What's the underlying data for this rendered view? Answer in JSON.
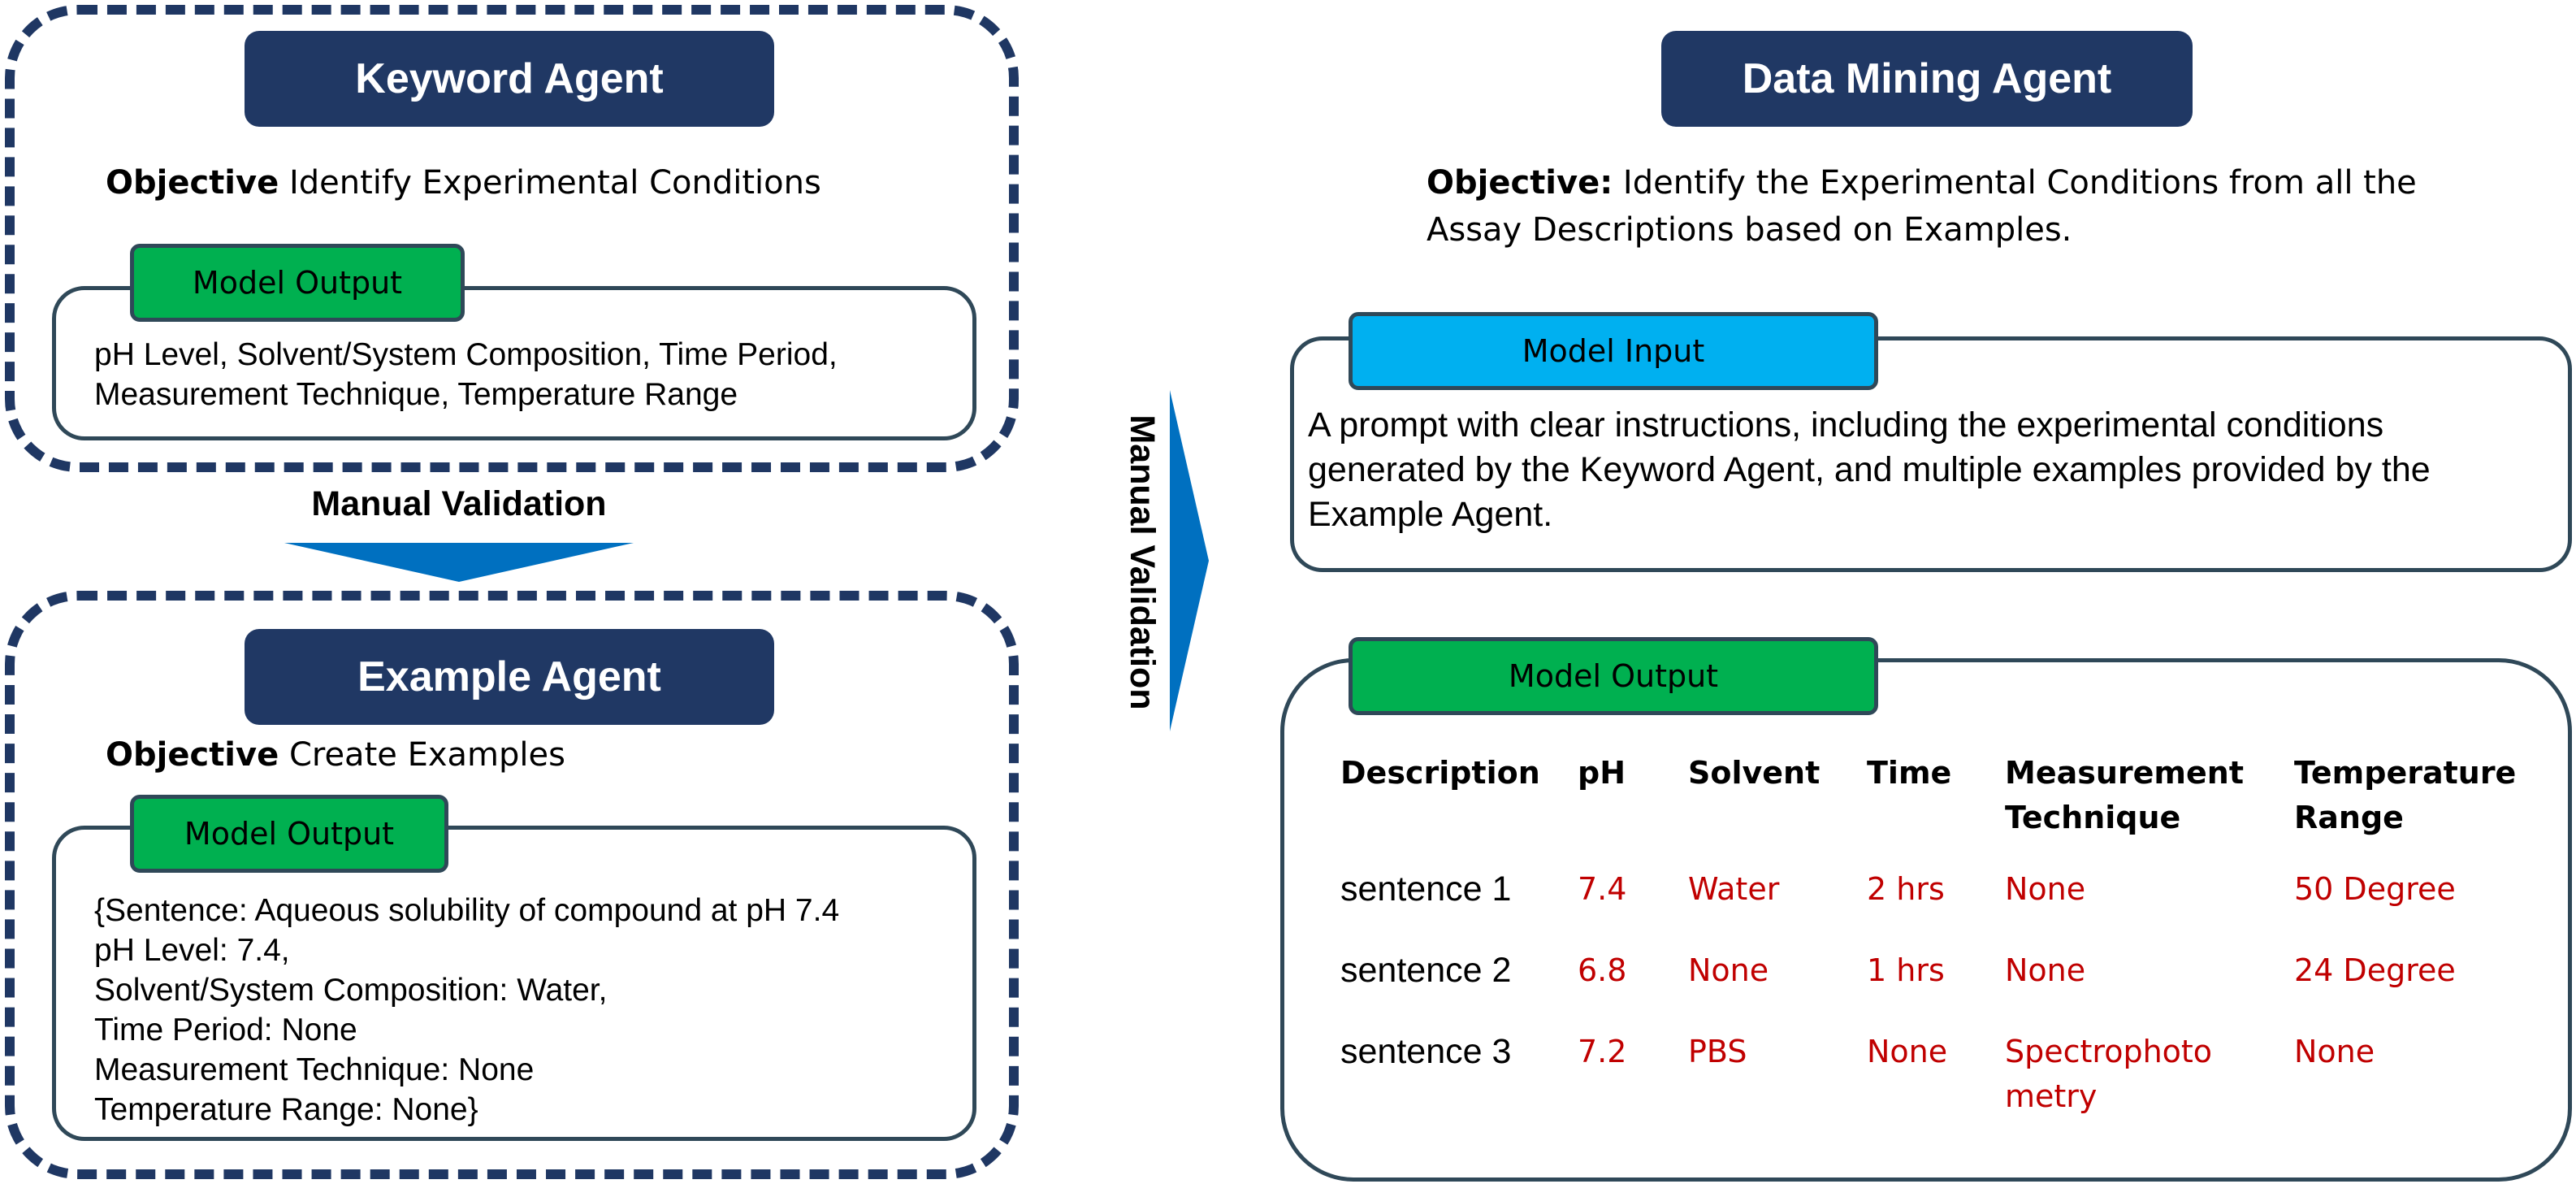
{
  "keyword_agent": {
    "title": "Keyword Agent",
    "objective_bold": "Objective",
    "objective_text": " Identify Experimental Conditions",
    "output_tag": "Model Output",
    "output_lines": [
      "pH Level, Solvent/System Composition, Time Period,",
      "Measurement Technique, Temperature Range"
    ]
  },
  "manual_validation_down": "Manual Validation",
  "example_agent": {
    "title": "Example Agent",
    "objective_bold": "Objective",
    "objective_text": " Create Examples",
    "output_tag": "Model Output",
    "output_lines": [
      "{Sentence: Aqueous solubility of compound at pH 7.4",
      "pH Level: 7.4,",
      "Solvent/System Composition: Water,",
      "Time Period: None",
      "Measurement Technique: None",
      "Temperature Range: None}"
    ]
  },
  "manual_validation_right": "Manual Validation",
  "data_mining_agent": {
    "title": "Data Mining Agent",
    "objective_bold": "Objective:",
    "objective_line1": " Identify the Experimental Conditions from all the",
    "objective_line2": "Assay Descriptions based on Examples.",
    "input_tag": "Model Input",
    "input_lines": [
      "A prompt with clear instructions, including the experimental conditions",
      "generated by the Keyword Agent, and multiple examples provided by the",
      "Example Agent."
    ],
    "output_tag": "Model Output",
    "table": {
      "headers": [
        [
          "Description"
        ],
        [
          "pH"
        ],
        [
          "Solvent"
        ],
        [
          "Time"
        ],
        [
          "Measurement",
          "Technique"
        ],
        [
          "Temperature",
          "Range"
        ]
      ],
      "rows": [
        {
          "label": "sentence 1",
          "cells": [
            [
              "7.4"
            ],
            [
              "Water"
            ],
            [
              "2 hrs"
            ],
            [
              "None"
            ],
            [
              "50 Degree"
            ]
          ]
        },
        {
          "label": "sentence 2",
          "cells": [
            [
              "6.8"
            ],
            [
              "None"
            ],
            [
              "1 hrs"
            ],
            [
              "None"
            ],
            [
              "24 Degree"
            ]
          ]
        },
        {
          "label": "sentence 3",
          "cells": [
            [
              "7.2"
            ],
            [
              "PBS"
            ],
            [
              "None"
            ],
            [
              "Spectrophoto",
              "metry"
            ],
            [
              "None"
            ]
          ]
        }
      ]
    }
  },
  "colors": {
    "title_bg": "#203864",
    "dash": "#1f3763",
    "arrow": "#0070c0",
    "green_tag": "#00b050",
    "blue_tag": "#00b0f0",
    "value_red": "#c00000"
  }
}
